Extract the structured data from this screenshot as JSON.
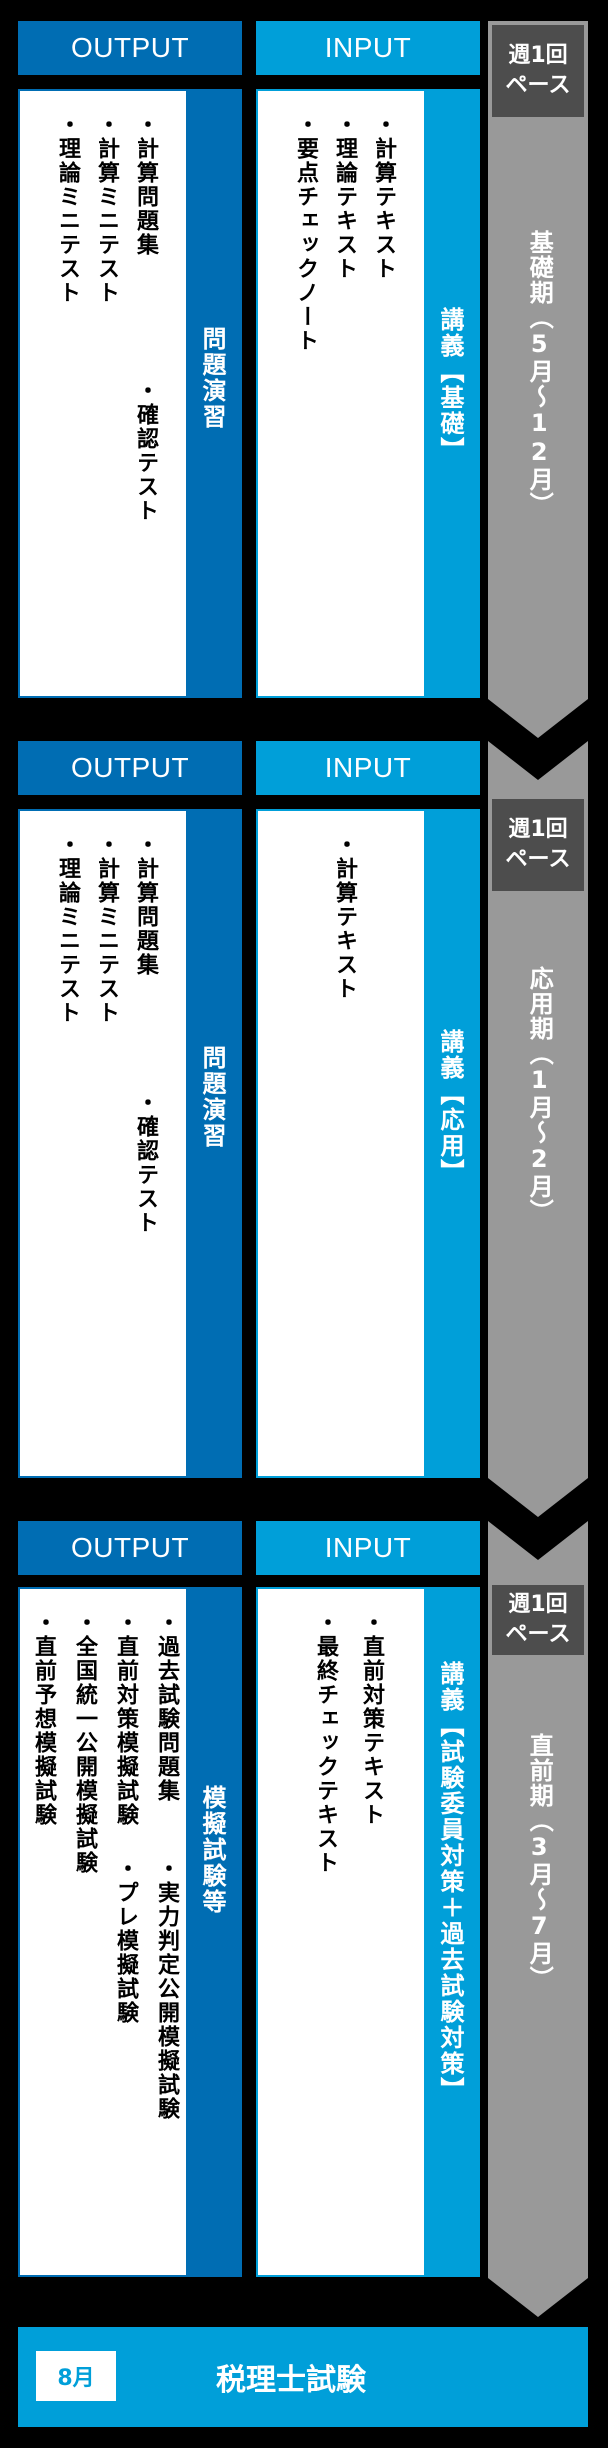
{
  "colors": {
    "output_blue": "#006db3",
    "input_blue": "#009fd9",
    "period_gray": "#999999",
    "pace_badge": "#4d4d4d",
    "background": "#000000"
  },
  "phases": [
    {
      "output_header": "OUTPUT",
      "input_header": "INPUT",
      "output": {
        "label": "問題演習",
        "items": [
          "・計算問題集",
          "・計算ミニテスト",
          "・理論ミニテスト"
        ],
        "extra_items": [
          "・確認テスト"
        ]
      },
      "input": {
        "label": "講義【基礎】",
        "items": [
          "・計算テキスト",
          "・理論テキスト",
          "・要点チェックノート"
        ]
      },
      "pace": [
        "週1回",
        "ペース"
      ],
      "period": "基礎期（5月〜12月）"
    },
    {
      "output_header": "OUTPUT",
      "input_header": "INPUT",
      "output": {
        "label": "問題演習",
        "items": [
          "・計算問題集",
          "・計算ミニテスト",
          "・理論ミニテスト"
        ],
        "extra_items": [
          "・確認テスト"
        ]
      },
      "input": {
        "label": "講義【応用】",
        "items": [
          "・計算テキスト"
        ]
      },
      "pace": [
        "週1回",
        "ペース"
      ],
      "period": "応用期（1月〜2月）"
    },
    {
      "output_header": "OUTPUT",
      "input_header": "INPUT",
      "output": {
        "label": "模擬試験等",
        "items": [
          "・過去試験問題集",
          "・直前対策模擬試験",
          "・全国統一公開模擬試験",
          "・直前予想模擬試験"
        ],
        "extra_items": [
          "・実力判定公開模擬試験",
          "・プレ模擬試験"
        ]
      },
      "input": {
        "label": "講義【試験委員対策＋過去試験対策】",
        "items": [
          "・直前対策テキスト",
          "・最終チェックテキスト"
        ]
      },
      "pace": [
        "週1回",
        "ペース"
      ],
      "period": "直前期（3月〜7月）"
    }
  ],
  "final": {
    "month": "8月",
    "title": "税理士試験"
  }
}
